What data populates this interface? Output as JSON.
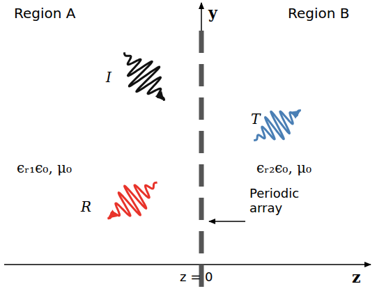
{
  "diagram": {
    "labels": [
      "Region A",
      "y",
      "Region B",
      "I",
      "T",
      "ϵᵣ₁ϵ₀, μ₀",
      "ϵᵣ₂ϵ₀, μ₀",
      "R",
      "Periodic array",
      "z",
      "z = 0"
    ]
  }
}
